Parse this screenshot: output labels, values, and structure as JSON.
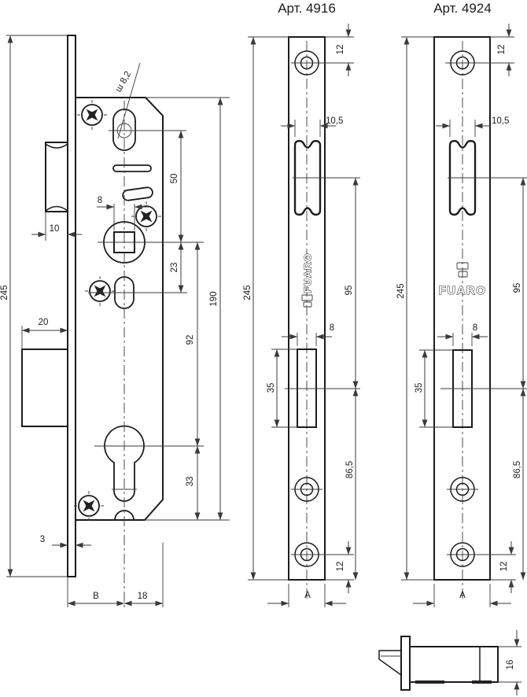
{
  "page": {
    "background": "#ffffff",
    "line_color": "#1c1c1c",
    "dim_color": "#3a3a3a"
  },
  "main_view": {
    "labels": {
      "overall_height": "245",
      "handle_hole": "ш 8,2",
      "hole_to_spindle": "50",
      "spindle_square": "8",
      "latch_protrusion": "10",
      "spindle_to_oval": "23",
      "spindle_to_cylinder": "92",
      "body_height": "190",
      "deadbolt_depth": "20",
      "cylinder_to_bottom": "33",
      "plate_thickness": "3",
      "backset": "B",
      "spindle_to_back": "18"
    }
  },
  "faceplate_4916": {
    "title": "Арт. 4916",
    "brand": "FUARO",
    "labels": {
      "height": "245",
      "top_screw_offset": "12",
      "slot_width": "10,5",
      "slot_to_latch": "95",
      "latch_cutout_width": "8",
      "latch_cutout_height": "35",
      "latch_to_bottom": "86,5",
      "bottom_screw_offset": "12",
      "plate_width": "A"
    }
  },
  "faceplate_4924": {
    "title": "Арт. 4924",
    "brand": "FUARO",
    "labels": {
      "height": "245",
      "top_screw_offset": "12",
      "slot_width": "10,5",
      "slot_to_latch": "95",
      "latch_cutout_width": "8",
      "latch_cutout_height": "35",
      "latch_to_bottom": "86,5",
      "bottom_screw_offset": "12",
      "plate_width": "A"
    }
  },
  "side_detail": {
    "labels": {
      "bolt_height": "16"
    }
  }
}
